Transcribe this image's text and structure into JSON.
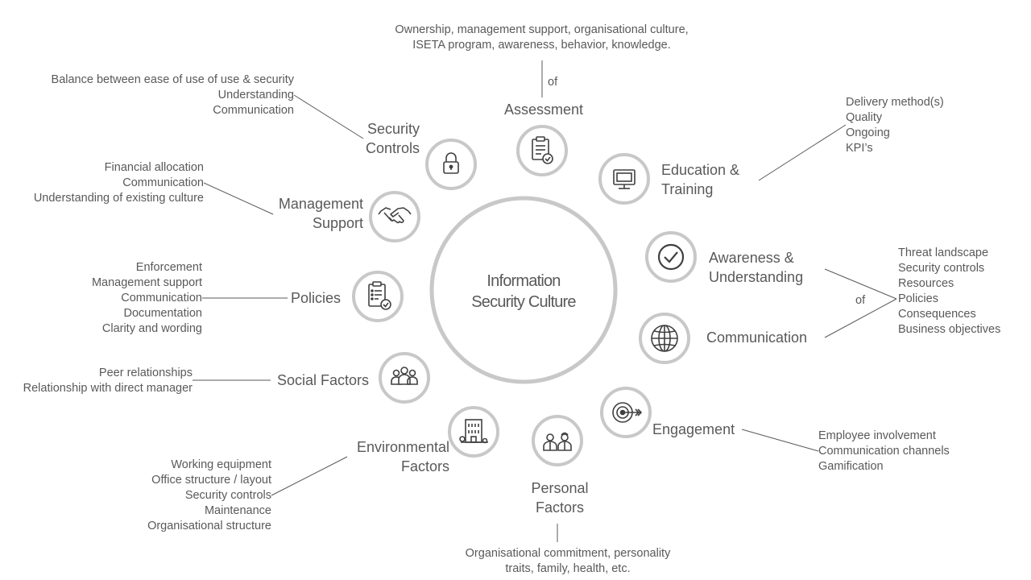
{
  "center": {
    "lines": [
      "Information",
      "Security Culture"
    ]
  },
  "colors": {
    "ring": "#c8c8c8",
    "line": "#595959",
    "icon": "#404040",
    "text": "#595959"
  },
  "factors": [
    {
      "id": "assessment",
      "icon": "clipboard-check-icon",
      "label": [
        "Assessment"
      ],
      "connector": "of",
      "details": [
        "Ownership, management support, organisational culture,",
        "ISETA program, awareness, behavior, knowledge."
      ]
    },
    {
      "id": "education-training",
      "icon": "monitor-icon",
      "label": [
        "Education &",
        "Training"
      ],
      "details": [
        "Delivery method(s)",
        "Quality",
        "Ongoing",
        "KPI’s"
      ]
    },
    {
      "id": "awareness-understanding",
      "icon": "checkmark-circle-icon",
      "label": [
        "Awareness &",
        "Understanding"
      ]
    },
    {
      "id": "communication",
      "icon": "globe-icon",
      "label": [
        "Communication"
      ]
    },
    {
      "id": "engagement",
      "icon": "target-icon",
      "label": [
        "Engagement"
      ],
      "details": [
        "Employee involvement",
        "Communication channels",
        "Gamification"
      ]
    },
    {
      "id": "personal-factors",
      "icon": "people-icon",
      "label": [
        "Personal",
        "Factors"
      ],
      "details": [
        "Organisational commitment, personality",
        "traits, family, health, etc."
      ]
    },
    {
      "id": "environmental-factors",
      "icon": "building-icon",
      "label": [
        "Environmental",
        "Factors"
      ],
      "details": [
        "Working equipment",
        "Office structure / layout",
        "Security controls",
        "Maintenance",
        "Organisational structure"
      ]
    },
    {
      "id": "social-factors",
      "icon": "group-icon",
      "label": [
        "Social Factors"
      ],
      "details": [
        "Peer relationships",
        "Relationship with direct manager"
      ]
    },
    {
      "id": "policies",
      "icon": "document-check-icon",
      "label": [
        "Policies"
      ],
      "details": [
        "Enforcement",
        "Management support",
        "Communication",
        "Documentation",
        "Clarity and wording"
      ]
    },
    {
      "id": "management-support",
      "icon": "handshake-icon",
      "label": [
        "Management",
        "Support"
      ],
      "details": [
        "Financial allocation",
        "Communication",
        "Understanding of existing culture"
      ]
    },
    {
      "id": "security-controls",
      "icon": "lock-icon",
      "label": [
        "Security",
        "Controls"
      ],
      "details": [
        "Balance between ease of use of use & security",
        "Understanding",
        "Communication"
      ]
    }
  ],
  "shared_details": {
    "connector": "of",
    "applies_to": [
      "awareness-understanding",
      "communication"
    ],
    "items": [
      "Threat landscape",
      "Security controls",
      "Resources",
      "Policies",
      "Consequences",
      "Business objectives"
    ]
  }
}
